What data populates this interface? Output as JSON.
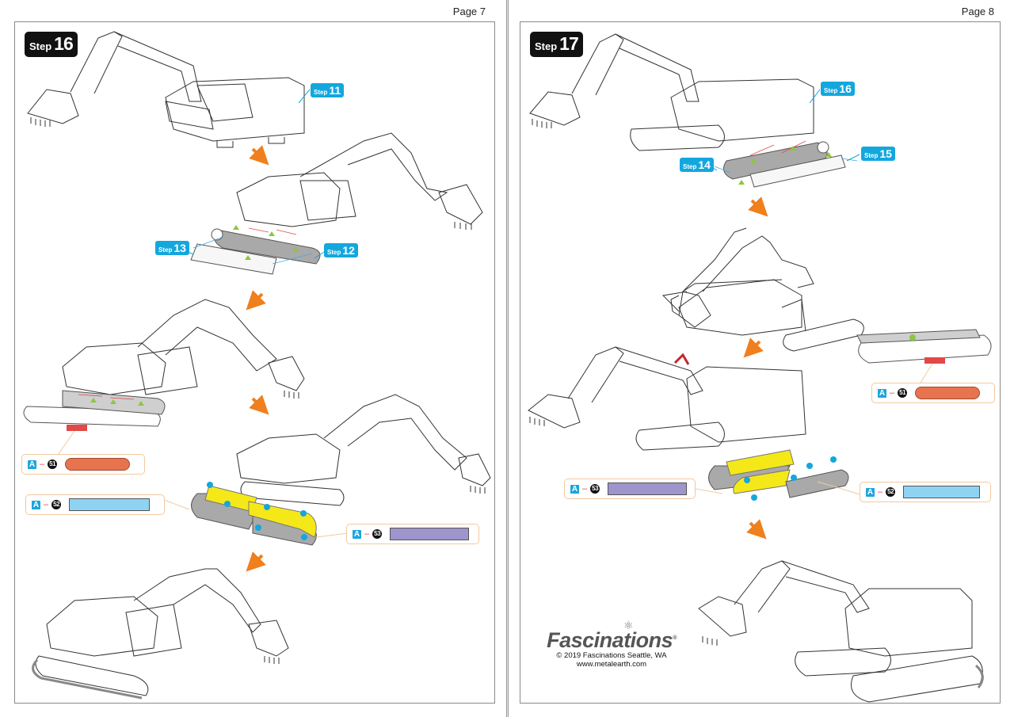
{
  "pages": [
    {
      "page_label": "Page 7",
      "step": {
        "word": "Step",
        "number": "16"
      },
      "references": [
        {
          "word": "Step",
          "number": "11"
        },
        {
          "word": "Step",
          "number": "13"
        },
        {
          "word": "Step",
          "number": "12"
        }
      ],
      "parts": [
        {
          "sheet": "A",
          "separator": "–",
          "number": "51",
          "color": "#e8734f"
        },
        {
          "sheet": "A",
          "separator": "–",
          "number": "52",
          "color": "#8fd3f2"
        },
        {
          "sheet": "A",
          "separator": "–",
          "number": "53",
          "color": "#9d95cc"
        }
      ]
    },
    {
      "page_label": "Page 8",
      "step": {
        "word": "Step",
        "number": "17"
      },
      "references": [
        {
          "word": "Step",
          "number": "16"
        },
        {
          "word": "Step",
          "number": "14"
        },
        {
          "word": "Step",
          "number": "15"
        }
      ],
      "parts": [
        {
          "sheet": "A",
          "separator": "–",
          "number": "51",
          "color": "#e8734f"
        },
        {
          "sheet": "A",
          "separator": "–",
          "number": "53",
          "color": "#9d95cc"
        },
        {
          "sheet": "A",
          "separator": "–",
          "number": "52",
          "color": "#8fd3f2"
        }
      ],
      "footer": {
        "brand": "Fascinations",
        "registered": "®",
        "copyright": "© 2019 Fascinations Seattle, WA",
        "url": "www.metalearth.com"
      }
    }
  ],
  "colors": {
    "arrow": "#f07f1e",
    "reference_badge": "#13a7de",
    "track_highlight": "#f5e819",
    "track_grey": "#a9a9a9"
  }
}
